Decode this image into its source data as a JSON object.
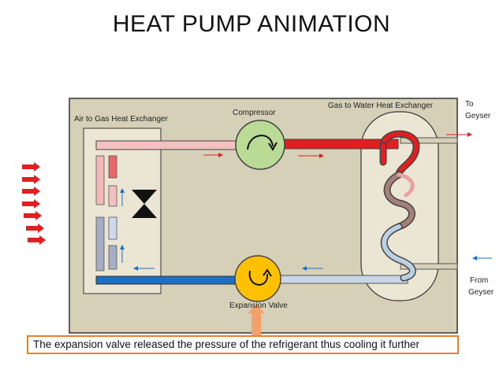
{
  "title": "HEAT PUMP ANIMATION",
  "labels": {
    "air_exchanger": "Air to Gas Heat Exchanger",
    "compressor": "Compressor",
    "water_exchanger": "Gas to Water Heat Exchanger",
    "to_geyser_line1": "To",
    "to_geyser_line2": "Geyser",
    "from_geyser_line1": "From",
    "from_geyser_line2": "Geyser",
    "expansion_valve": "Expansion Valve"
  },
  "caption": "The expansion valve released the pressure of the refrigerant thus cooling it further",
  "colors": {
    "panel": "#d6d0b8",
    "hot_pipe": "#e02020",
    "cold_pipe": "#1e6fc0",
    "light_pipe": "#c9d6e6",
    "compressor": "#b9db95",
    "expansion_valve": "#ffc000",
    "callout_border": "#e8822a"
  }
}
